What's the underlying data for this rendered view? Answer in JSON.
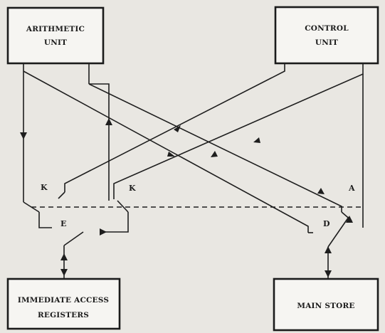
{
  "boxes": {
    "arithmetic_unit": [
      "ARITHMETIC",
      "UNIT"
    ],
    "control_unit": [
      "CONTROL",
      "UNIT"
    ],
    "immediate_access_registers": [
      "IMMEDIATE ACCESS",
      "REGISTERS"
    ],
    "main_store": [
      "MAIN STORE"
    ]
  },
  "switches": {
    "k_left": "K",
    "k_right": "K",
    "e": "E",
    "a": "A",
    "d": "D"
  }
}
